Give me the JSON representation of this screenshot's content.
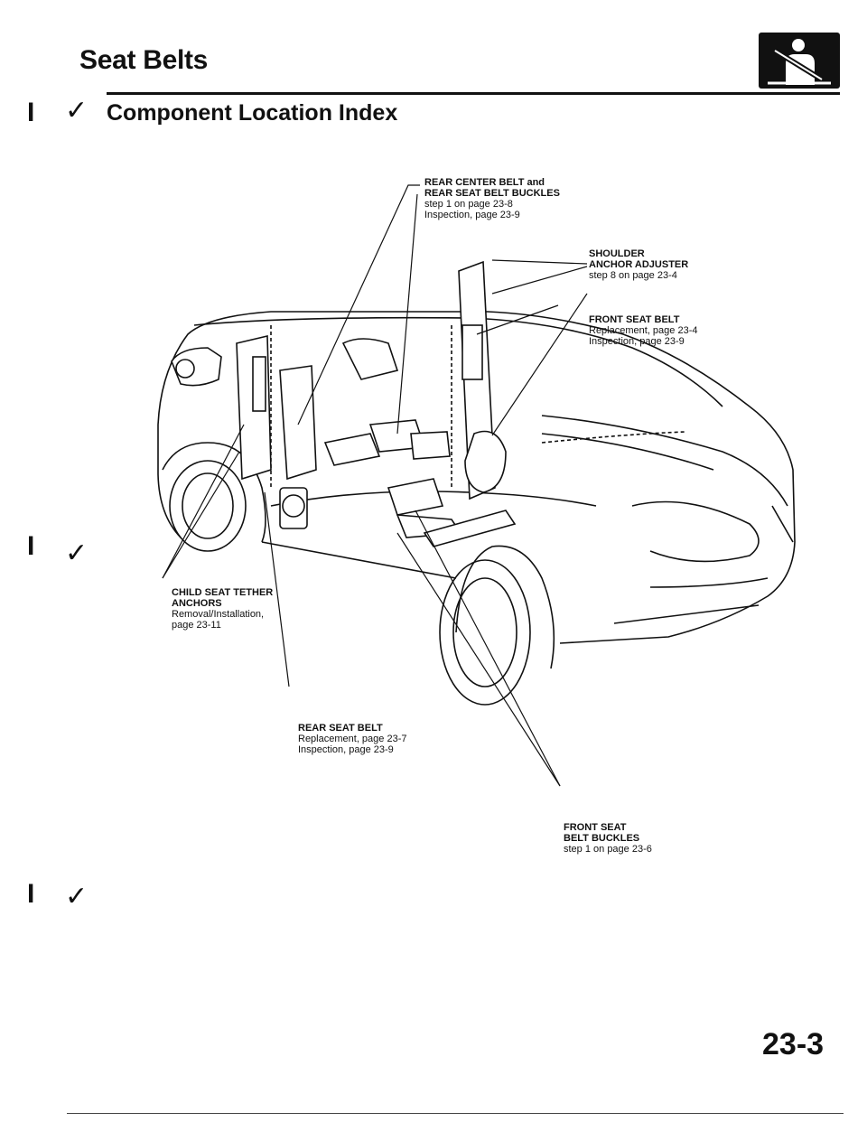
{
  "header": {
    "title": "Seat Belts",
    "subtitle": "Component Location Index",
    "icon": "seat-belt-icon"
  },
  "callouts": {
    "rear_center": {
      "head1": "REAR CENTER BELT and",
      "head2": "REAR SEAT BELT BUCKLES",
      "line1": "step 1 on page 23-8",
      "line2": "Inspection, page 23-9"
    },
    "shoulder": {
      "head1": "SHOULDER",
      "head2": "ANCHOR ADJUSTER",
      "line1": "step 8 on page 23-4"
    },
    "front_belt": {
      "head1": "FRONT SEAT BELT",
      "line1": "Replacement, page 23-4",
      "line2": "Inspection, page 23-9"
    },
    "child_tether": {
      "head1": "CHILD SEAT TETHER",
      "head2": "ANCHORS",
      "line1": "Removal/Installation,",
      "line2": "page 23-11"
    },
    "rear_belt": {
      "head1": "REAR SEAT BELT",
      "line1": "Replacement, page 23-7",
      "line2": "Inspection, page 23-9"
    },
    "front_buckles": {
      "head1": "FRONT SEAT",
      "head2": "BELT BUCKLES",
      "line1": "step 1 on page 23-6"
    }
  },
  "footer": {
    "page_number": "23-3"
  }
}
